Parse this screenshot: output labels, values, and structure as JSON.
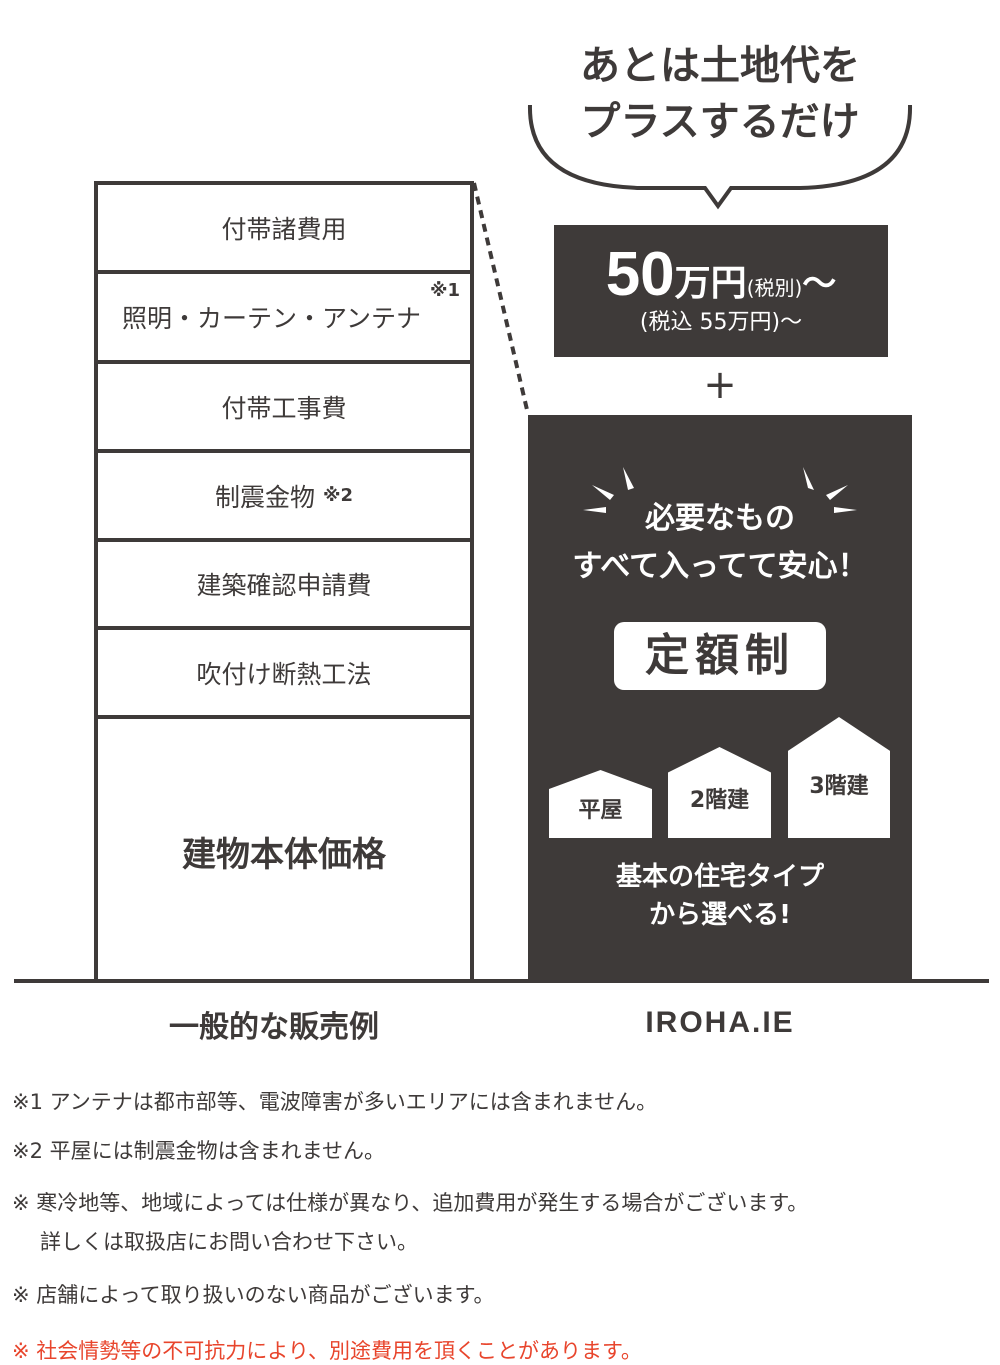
{
  "bubble": {
    "line1": "あとは土地代を",
    "line2": "プラスするだけ"
  },
  "price": {
    "amount": "50",
    "unit": "万円",
    "tax_note": "(税別)",
    "tilde": "〜",
    "incl": "(税込 55万円)〜"
  },
  "plus": "+",
  "left_column": {
    "rows": [
      "付帯諸費用",
      "照明・カーテン・アンテナ",
      "付帯工事費",
      "制震金物",
      "建築確認申請費",
      "吹付け断熱工法",
      "建物本体価格"
    ],
    "mark1": "※1",
    "mark2": "※2",
    "label": "一般的な販売例"
  },
  "right_column": {
    "headline1": "必要なもの",
    "headline2": "すべて入ってて安心！",
    "badge": "定額制",
    "houses": [
      "平屋",
      "2階建",
      "3階建"
    ],
    "sub1": "基本の住宅タイプ",
    "sub2": "から選べる!",
    "label": "IROHA.IE"
  },
  "notes": [
    "※1 アンテナは都市部等、電波障害が多いエリアには含まれません。",
    "※2 平屋には制震金物は含まれません。",
    "※ 寒冷地等、地域によっては仕様が異なり、追加費用が発生する場合がございます。",
    "詳しくは取扱店にお問い合わせ下さい。",
    "※ 店舗によって取り扱いのない商品がございます。",
    "※ 社会情勢等の不可抗力により、別途費用を頂くことがあります。"
  ],
  "colors": {
    "dark": "#3e3a39",
    "red": "#e8452c"
  }
}
